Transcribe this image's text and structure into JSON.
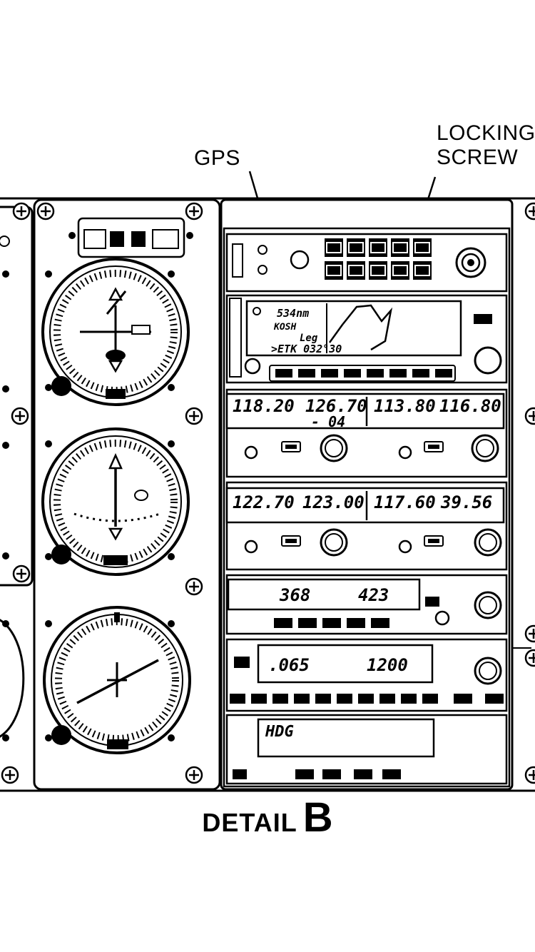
{
  "callouts": {
    "gps": "GPS",
    "locking_screw_line1": "LOCKING",
    "locking_screw_line2": "SCREW"
  },
  "gps_display": {
    "line1": "534nm",
    "line2": "KOSH",
    "line3": "Leg",
    "line4": ">ETK 032°30"
  },
  "com_nav_1": {
    "com_active": "118.20",
    "com_standby": "126.70",
    "channel": "- 04",
    "nav_active": "113.80",
    "nav_standby": "116.80"
  },
  "com_nav_2": {
    "com_active": "122.70",
    "com_standby": "123.00",
    "nav_active": "117.60",
    "nav_standby": "39.56"
  },
  "adf": {
    "active": "368",
    "standby": "423"
  },
  "transponder": {
    "left": ".065",
    "right": "1200"
  },
  "autopilot": {
    "mode": "HDG"
  },
  "caption": {
    "word": "DETAIL",
    "letter": "B"
  }
}
